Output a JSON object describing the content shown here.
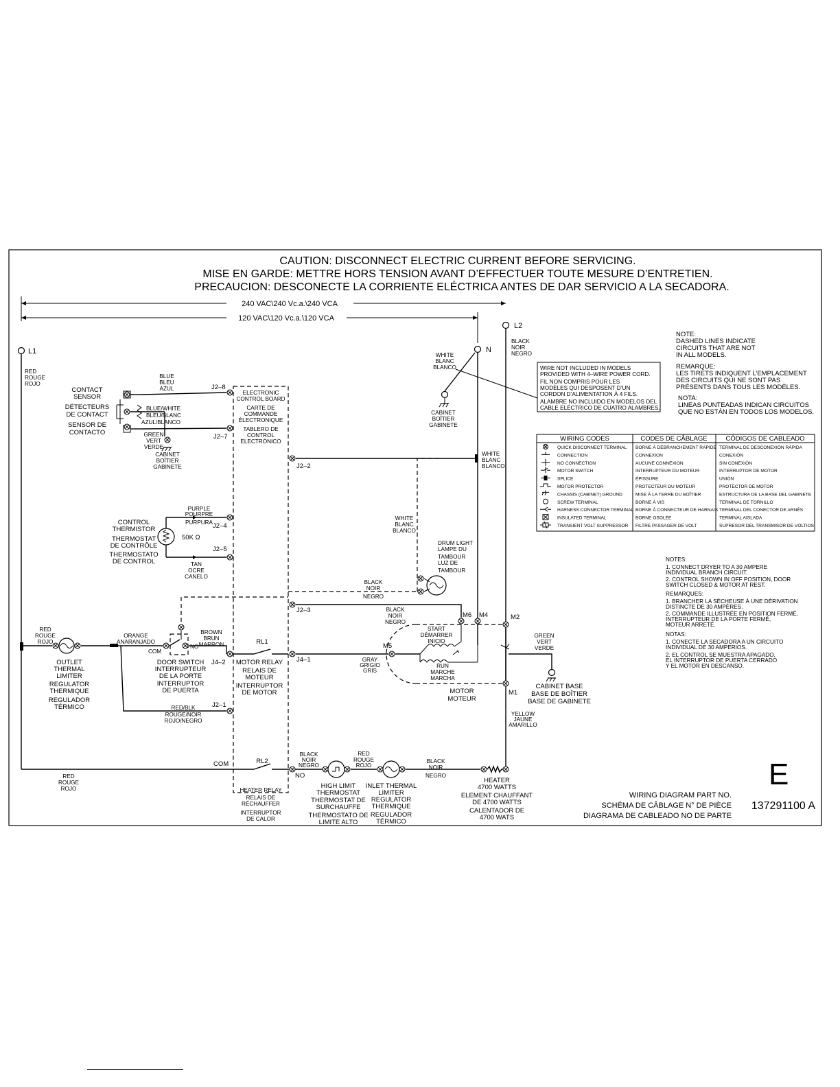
{
  "caution": {
    "en": "CAUTION:  DISCONNECT ELECTRIC CURRENT BEFORE SERVICING.",
    "fr": "MISE EN GARDE:  METTRE HORS TENSION AVANT D’EFFECTUER TOUTE MESURE D’ENTRETIEN.",
    "es": "PRECAUCION:  DESCONECTE LA CORRIENTE ELÉCTRICA ANTES DE DAR SERVICIO A LA SECADORA."
  },
  "voltage": {
    "v240": "240 VAC\\240 Vc.a.\\240 VCA",
    "v120": "120 VAC\\120 Vc.a.\\120 VCA"
  },
  "lines": {
    "l1": "L1",
    "l2": "L2",
    "n": "N"
  },
  "wires": {
    "red_l1": [
      "RED",
      "ROUGE",
      "ROJO"
    ],
    "black_l2": [
      "BLACK",
      "NOIR",
      "NEGRO"
    ],
    "white_n": [
      "WHITE",
      "BLANC",
      "BLANCO"
    ],
    "blue": [
      "BLUE",
      "BLEU",
      "AZUL"
    ],
    "blue_white": [
      "BLUE/WHITE",
      "BLEU/BLANC",
      "AZUL/BLANCO"
    ],
    "green_sensor": [
      "GREEN",
      "VERT",
      "VERDE"
    ],
    "purple": [
      "PURPLE",
      "POURPRE",
      "PURPURA"
    ],
    "tan": [
      "TAN",
      "OCRE",
      "CANELO"
    ],
    "white_j22": [
      "WHITE",
      "BLANC",
      "BLANCO"
    ],
    "white_drum": [
      "WHITE",
      "BLANC",
      "BLANCO"
    ],
    "black_drum": [
      "BLACK",
      "NOIR",
      "NEGRO"
    ],
    "black_j23": [
      "BLACK",
      "NOIR",
      "NEGRO"
    ],
    "red_outlet": [
      "RED",
      "ROUGE",
      "ROJO"
    ],
    "orange": [
      "ORANGE",
      "ANARANJADO"
    ],
    "brown": [
      "BROWN",
      "BRUN",
      "MARRON"
    ],
    "gray": [
      "GRAY",
      "GRIGIO",
      "GRIS"
    ],
    "green_motor": [
      "GREEN",
      "VERT",
      "VERDE"
    ],
    "red_blk": [
      "RED/BLK",
      "ROUGE/NOIR",
      "ROJO/NEGRO"
    ],
    "yellow": [
      "YELLOW",
      "JAUNE",
      "AMARILLO"
    ],
    "red_bottom": [
      "RED",
      "ROUGE",
      "ROJO"
    ],
    "black_hl": [
      "BLACK",
      "NOIR",
      "NEGRO"
    ],
    "red_inlet": [
      "RED",
      "ROUGE",
      "ROJO"
    ],
    "black_heater": [
      "BLACK",
      "NOIR",
      "NEGRO"
    ]
  },
  "components": {
    "contact_sensor": [
      "CONTACT",
      "SENSOR",
      "DÉTECTEURS",
      "DE CONTACT",
      "SENSOR DE",
      "CONTACTO"
    ],
    "cabinet_sensor": [
      "CABINET",
      "BOÎTIER",
      "GABINETE"
    ],
    "cabinet_n": [
      "CABINET",
      "BOÎTIER",
      "GABINETE"
    ],
    "control_board": [
      "ELECTRONIC",
      "CONTROL BOARD",
      "CARTE DE",
      "COMMANDE",
      "ÉLECTRONIQUE",
      "TABLERO DE",
      "CONTROL",
      "ELECTRÓNICO"
    ],
    "control_thermistor": [
      "CONTROL",
      "THERMISTOR",
      "THERMOSTAT",
      "DE CONTRÔLE",
      "THERMOSTATO",
      "DE CONTROL"
    ],
    "resistance": "50K Ω",
    "drum_light": [
      "DRUM LIGHT",
      "LAMPE DU",
      "TAMBOUR",
      "LUZ DE",
      "TAMBOUR"
    ],
    "outlet_limiter": [
      "OUTLET",
      "THERMAL",
      "LIMITER",
      "REGULATOR",
      "THERMIQUE",
      "REGULADOR",
      "TÉRMICO"
    ],
    "door_switch": [
      "DOOR SWITCH",
      "INTERRUPTEUR",
      "DE LA PORTE",
      "INTERRUPTOR",
      "DE PUERTA"
    ],
    "motor_relay": [
      "MOTOR RELAY",
      "RELAIS DE",
      "MOTEUR",
      "INTERRUPTOR",
      "DE MOTOR"
    ],
    "start_winding": [
      "START",
      "DÉMARRER",
      "INICIO"
    ],
    "run_winding": [
      "RUN",
      "MARCHE",
      "MARCHA"
    ],
    "motor": [
      "MOTOR",
      "MOTEUR"
    ],
    "cabinet_base": [
      "CABINET BASE",
      "BASE DE BOÎTIER",
      "BASE DE GABINETE"
    ],
    "heater_relay": [
      "HEATER RELAY",
      "RELAIS DE",
      "RÉCHAUFFER",
      "INTERRUPTOR",
      "DE CALOR"
    ],
    "high_limit": [
      "HIGH LIMIT",
      "THERMOSTAT",
      "THERMOSTAT DE",
      "SURCHAUFFE",
      "THERMOSTATO DE",
      "LIMITE ALTO"
    ],
    "inlet_limiter": [
      "INLET THERMAL",
      "LIMITER",
      "REGULATOR",
      "THERMIQUE",
      "REGULADOR",
      "TÉRMICO"
    ],
    "heater": [
      "HEATER",
      "4700 WATTS",
      "ELEMENT CHAUFFANT",
      "DE 4700 WATTS",
      "CALENTADOR DE",
      "4700 WATS"
    ]
  },
  "terminals": {
    "j28": "J2–8",
    "j27": "J2–7",
    "j22": "J2–2",
    "j24": "J2–4",
    "j25": "J2–5",
    "j23": "J2–3",
    "j42": "J4–2",
    "j41": "J4–1",
    "j21": "J2–1",
    "rl1": "RL1",
    "rl2": "RL2",
    "com1": "COM",
    "no1": "NO",
    "com2": "COM",
    "no2": "NO",
    "m1": "M1",
    "m2": "M2",
    "m4": "M4",
    "m5": "M5",
    "m6": "M6"
  },
  "wire_note": [
    "WIRE NOT INCLUDED IN MODELS",
    "PROVIDED WITH 4–WIRE POWER CORD.",
    "FIL NON COMPRIS POUR LES",
    "MODÈLES QUI DESPOSENT D’UN",
    "CORDON D’ALIMENTATION À 4 FILS.",
    "ALAMBRE NO INCLUIDO EN MODELOS DEL",
    "CABLE ELÉCTRICO DE CUATRO ALAMBRES."
  ],
  "dashed_note": {
    "en": [
      "NOTE:",
      "DASHED LINES INDICATE",
      "CIRCUITS THAT ARE NOT",
      "IN ALL MODELS."
    ],
    "fr": [
      "REMARQUE:",
      "LES TIRETS INDIQUENT L’EMPLACEMENT",
      "DES CIRCUITS QUI NE SONT PAS",
      "PRÉSENTS DANS TOUS LES MODÈLES."
    ],
    "es": [
      "NOTA:",
      "LINEAS PUNTEADAS INDICAN CIRCUITOS",
      "QUE NO ESTÁN EN TODOS LOS MODELOS."
    ]
  },
  "wiring_codes": {
    "headers": [
      "WIRING CODES",
      "CODES DE CÂBLAGE",
      "CÓDIGOS DE CABLEADO"
    ],
    "rows": [
      {
        "icon": "quick-disconnect",
        "en": "QUICK DISCONNECT TERMINAL",
        "fr": "BORNE À DÉBRANCHEMENT RAPIDE",
        "es": "TERMINAL DE DESCONEXIÓN RÁPIDA"
      },
      {
        "icon": "connection",
        "en": "CONNECTION",
        "fr": "CONNEXION",
        "es": "CONEXIÓN"
      },
      {
        "icon": "no-connection",
        "en": "NO CONNECTION",
        "fr": "AUCUNE CONNEXION",
        "es": "SIN CONEXIÓN"
      },
      {
        "icon": "motor-switch",
        "en": "MOTOR SWITCH",
        "fr": "INTERRUPTEUR DU MOTEUR",
        "es": "INTERRUPTOR DE MOTOR"
      },
      {
        "icon": "splice",
        "en": "SPLICE",
        "fr": "ÉPISSURE",
        "es": "UNIÓN"
      },
      {
        "icon": "motor-protector",
        "en": "MOTOR PROTECTOR",
        "fr": "PROTECTEUR DU MOTEUR",
        "es": "PROTECTOR DE MOTOR"
      },
      {
        "icon": "ground",
        "en": "CHASSIS (CABINET) GROUND",
        "fr": "MISE À LA TERRE DU BOÎTIER",
        "es": "ESTRUCTURA DE LA BASE DEL GABINETE"
      },
      {
        "icon": "screw-terminal",
        "en": "SCREW TERMINAL",
        "fr": "BORNE À VIS",
        "es": "TERMINAL DE TORNILLO"
      },
      {
        "icon": "harness-connector",
        "en": "HARNESS CONNECTOR TERMINAL",
        "fr": "BORNE À CONNECTEUR DE HARNAIS",
        "es": "TERMINAL DEL CONECTOR DE ARNÉS"
      },
      {
        "icon": "insulated-terminal",
        "en": "INSULATED TERMINAL",
        "fr": "BORNE OSOLÉE",
        "es": "TERMINAL AISLADA"
      },
      {
        "icon": "transient-suppressor",
        "en": "TRANSIENT VOLT SUPPRESSOR",
        "fr": "FILTRE PASSAGER DE VOLT",
        "es": "SUPRESOR DEL TRANSMISOR DE VOLTIOS"
      }
    ]
  },
  "notes": {
    "en": [
      "NOTES:",
      "1. CONNECT DRYER TO A 30 AMPERE",
      "    INDIVIDUAL BRANCH CIRCUIT.",
      "2. CONTROL SHOWN IN OFF POSITION, DOOR",
      "    SWITCH CLOSED & MOTOR AT REST."
    ],
    "fr": [
      "REMARQUES:",
      "1. BRANCHER LA SÉCHEUSE À UNE DÉRIVATION",
      "    DISTINCTE DE 30 AMPÈRES.",
      "2. COMMANDE ILLUSTRÉE EN POSITION FERMÉ,",
      "    INTERRUPTEUR DE LA PORTE FERMÉ,",
      "    MOTEUR ARRETÉ."
    ],
    "es": [
      "NOTAS:",
      "1. CONECTE LA SECADORA A UN CIRCUITO",
      "    INDIVIDUAL DE 30 AMPERIOS.",
      "2. EL CONTROL SE MUESTRA APAGADO,",
      "    EL INTERRUPTOR DE PUERTA CERRADO",
      "    Y EL MOTOR EN DESCANSO."
    ]
  },
  "part": {
    "labels": [
      "WIRING DIAGRAM PART NO.",
      "SCHÉMA DE CÂBLAGE N° DE PIÈCE",
      "DIAGRAMA DE CABLEADO NO DE PARTE"
    ],
    "number": "137291100  A",
    "letter": "E"
  }
}
